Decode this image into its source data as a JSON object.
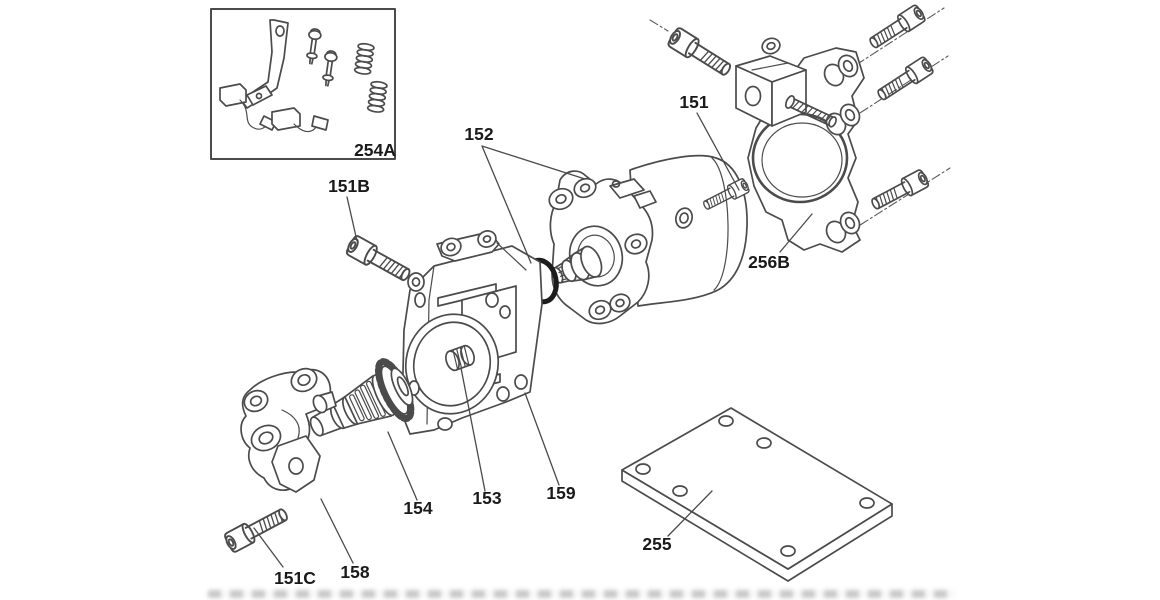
{
  "colors": {
    "background": "#ffffff",
    "line_art": "#4b4b4b",
    "label_text": "#1a1a1a",
    "oring": "#1d1d1d"
  },
  "callouts": {
    "n254A": "254A",
    "n151B": "151B",
    "n152": "152",
    "n151": "151",
    "n256B": "256B",
    "n154": "154",
    "n153": "153",
    "n159": "159",
    "n158": "158",
    "n151C": "151C",
    "n255": "255"
  }
}
